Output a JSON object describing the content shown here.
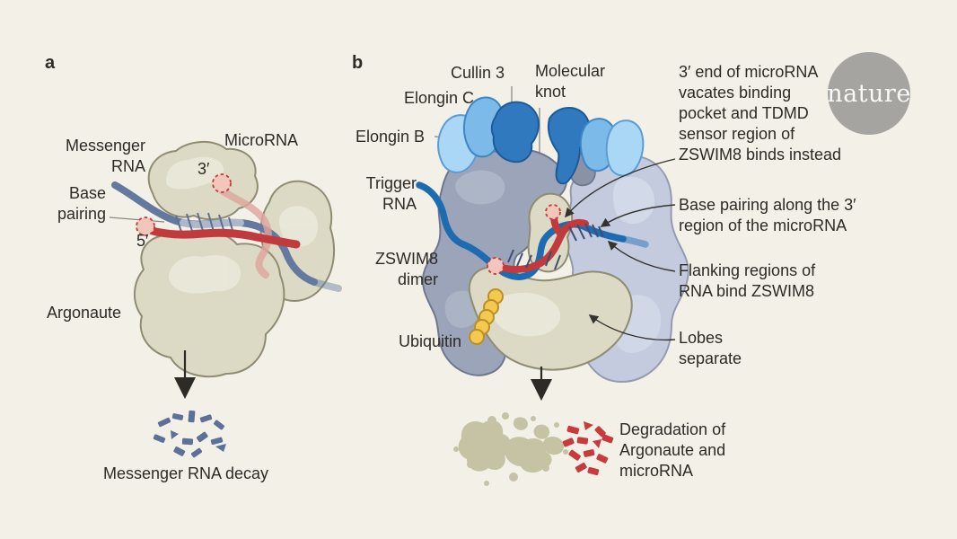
{
  "figure": {
    "panel_a": {
      "label": "a",
      "messenger_rna": "Messenger\nRNA",
      "base_pairing": "Base\npairing",
      "microrna": "MicroRNA",
      "three_prime": "3′",
      "five_prime": "5′",
      "argonaute": "Argonaute",
      "decay": "Messenger RNA decay"
    },
    "panel_b": {
      "label": "b",
      "cullin3": "Cullin 3",
      "molecular_knot": "Molecular\nknot",
      "elongin_c": "Elongin C",
      "elongin_b": "Elongin B",
      "trigger_rna": "Trigger\nRNA",
      "zswim8_dimer": "ZSWIM8\ndimer",
      "ubiquitin": "Ubiquitin",
      "annotations": {
        "vacates": "3′ end of microRNA\nvacates binding\npocket and TDMD\nsensor region of\nZSWIM8 binds instead",
        "base_pairing": "Base pairing along the 3′\nregion of the microRNA",
        "flanking": "Flanking regions of\nRNA bind ZSWIM8",
        "lobes": "Lobes\nseparate"
      },
      "degradation": "Degradation of\nArgonaute and\nmicroRNA"
    },
    "branding": {
      "logo_text": "nature"
    },
    "colors": {
      "background": "#f3f0e7",
      "text": "#2d2b26",
      "argonaute_beige": "#dcd9c4",
      "mrna_blue": "#64799f",
      "microrna_red": "#c13a3d",
      "trigger_blue": "#1d6bb1",
      "zswim8_grey_left": "#9ba4b8",
      "zswim8_grey_right": "#c4cbde",
      "cullin_blue": "#3079bf",
      "elongin_c_blue": "#7cbae9",
      "elongin_b_blue": "#aad7f5",
      "ubiquitin_yellow": "#f3c94f",
      "logo_grey": "#a5a4a0"
    }
  }
}
